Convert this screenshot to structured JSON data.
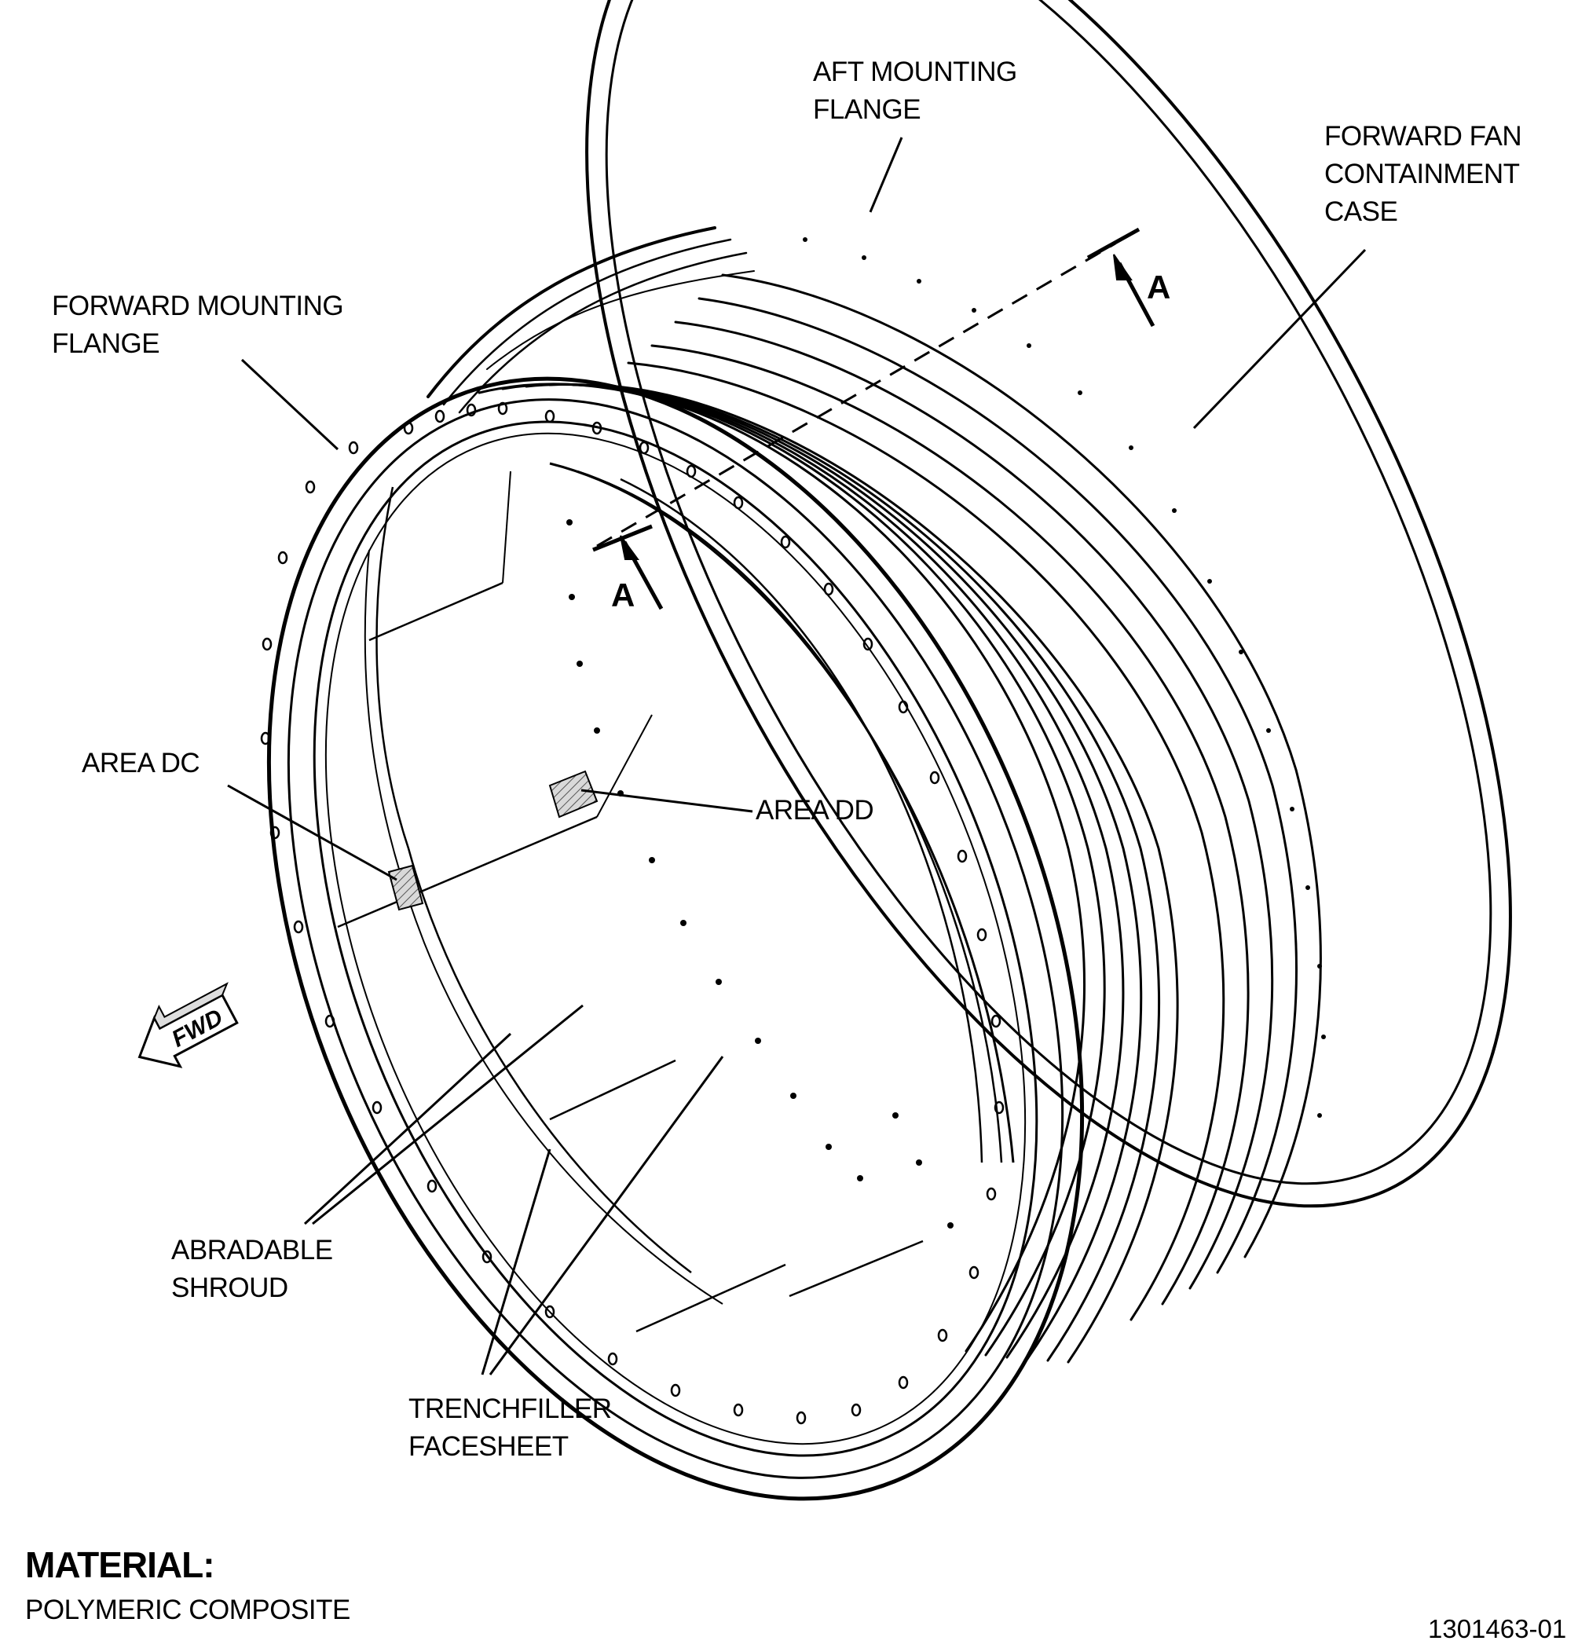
{
  "labels": {
    "aft_mounting_flange": [
      "AFT MOUNTING",
      "FLANGE"
    ],
    "forward_fan_containment_case": [
      "FORWARD FAN",
      "CONTAINMENT",
      "CASE"
    ],
    "forward_mounting_flange": [
      "FORWARD MOUNTING",
      "FLANGE"
    ],
    "area_dc": "AREA DC",
    "area_dd": "AREA DD",
    "abradable_shroud": [
      "ABRADABLE",
      "SHROUD"
    ],
    "trenchfiller_facesheet": [
      "TRENCHFILLER",
      "FACESHEET"
    ]
  },
  "section_marker": "A",
  "direction_arrow": "FWD",
  "material": {
    "title": "MATERIAL:",
    "value": "POLYMERIC COMPOSITE"
  },
  "figure_number": "1301463-01"
}
